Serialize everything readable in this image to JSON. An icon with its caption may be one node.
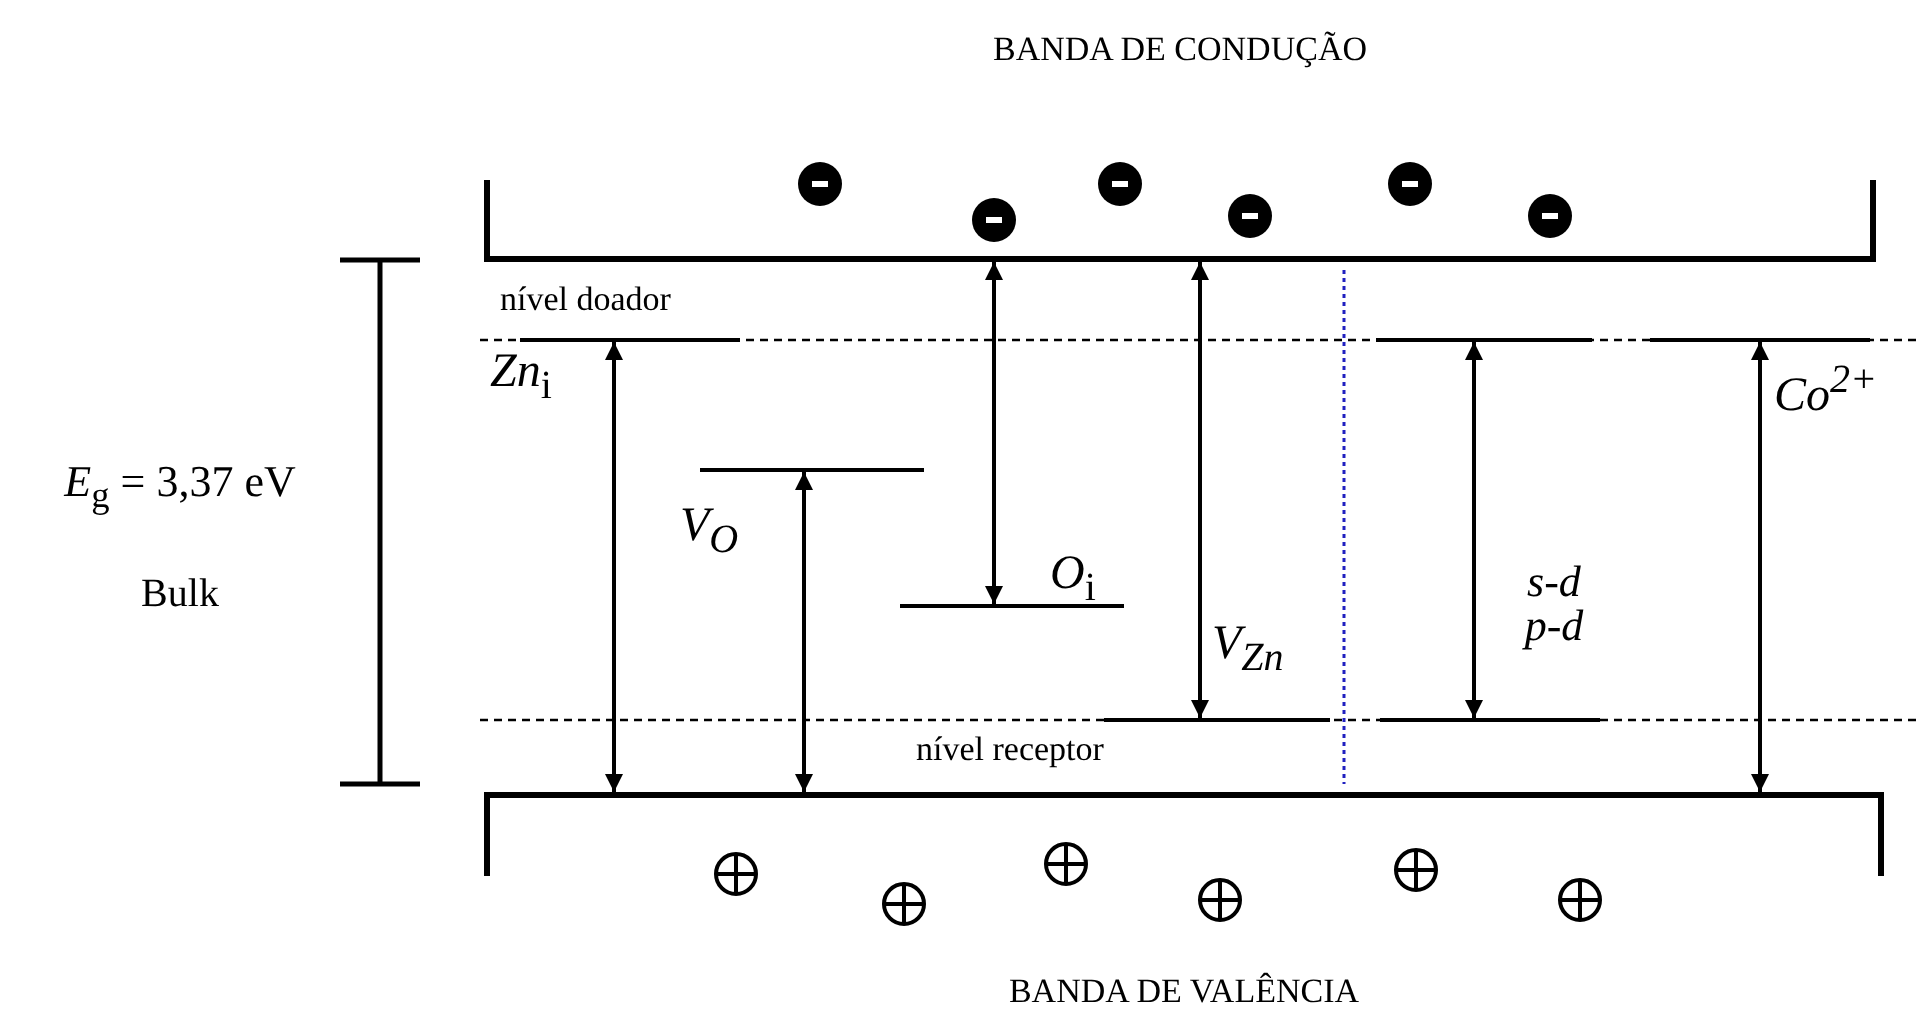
{
  "diagram": {
    "nodes": [
      {
        "text": [
          "BANDA DE CONDUÇÃO"
        ]
      },
      {
        "text": [
          "BANDA DE VALÊNCIA"
        ]
      },
      {
        "text": [
          "*Zn*$_{i}$"
        ]
      },
      {
        "text": [
          "V$_{O}$"
        ]
      },
      {
        "text": [
          "*O*$_{i}$"
        ]
      },
      {
        "text": [
          "V$_{Zn}$"
        ]
      },
      {
        "text": [],
        "shape": "bar"
      },
      {
        "text": [],
        "shape": "bar"
      },
      {
        "text": [
          "*Co*$^{2+}$"
        ]
      }
    ],
    "edges": [
      {
        "from": 2,
        "to": 1,
        "arrow": "both"
      },
      {
        "from": 3,
        "to": 1,
        "arrow": "both"
      },
      {
        "from": 0,
        "to": 4,
        "arrow": "both"
      },
      {
        "from": 0,
        "to": 5,
        "arrow": "both"
      },
      {
        "from": 6,
        "to": 7,
        "arrow": "both",
        "label": "s-d p-d"
      },
      {
        "from": 8,
        "to": 1,
        "arrow": "both"
      }
    ],
    "labels": [
      "nível doador",
      "*E*$_{g}$ = 3,37 eV",
      "Bulk",
      "nível receptor"
    ]
  }
}
